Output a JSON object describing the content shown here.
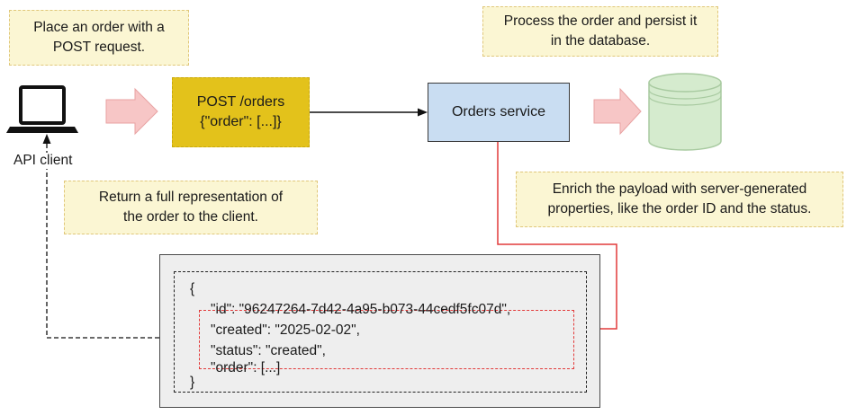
{
  "notes": {
    "place_order": [
      "Place an order with a",
      "POST request."
    ],
    "process_order": [
      "Process the order and persist it",
      "in the database."
    ],
    "return_repr": [
      "Return a full representation of",
      "the order to the client."
    ],
    "enrich_payload": [
      "Enrich the payload with server-generated",
      "properties, like the order ID and the status."
    ]
  },
  "request": {
    "line1": "POST /orders",
    "line2": "{\"order\": [...]}"
  },
  "service": {
    "label": "Orders service"
  },
  "client": {
    "label": "API client"
  },
  "payload": {
    "open_brace": "{",
    "id_line": "\"id\": \"96247264-7d42-4a95-b073-44cedf5fc07d\",",
    "created_line": "\"created\": \"2025-02-02\",",
    "status_line": "\"status\": \"created\",",
    "order_line": "\"order\": [...]",
    "close_brace": "}"
  },
  "colors": {
    "note_fill": "#fbf6d3",
    "request_fill": "#e3c21b",
    "service_fill": "#c9ddf2",
    "database_fill": "#d5ebce",
    "arrow_fill": "#f7c6c6",
    "highlight": "#e23a3a"
  }
}
